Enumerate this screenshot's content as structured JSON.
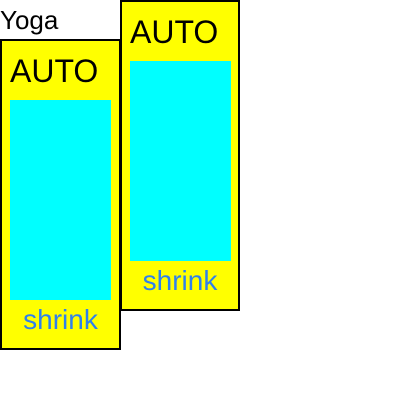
{
  "page": {
    "title": "Yoga"
  },
  "cards": [
    {
      "title": "AUTO",
      "link": "shrink"
    },
    {
      "title": "AUTO",
      "link": "shrink"
    }
  ],
  "colors": {
    "card_background": "#ffff00",
    "box_fill": "#00ffff",
    "link_text": "#2f80ed",
    "border": "#000000"
  }
}
